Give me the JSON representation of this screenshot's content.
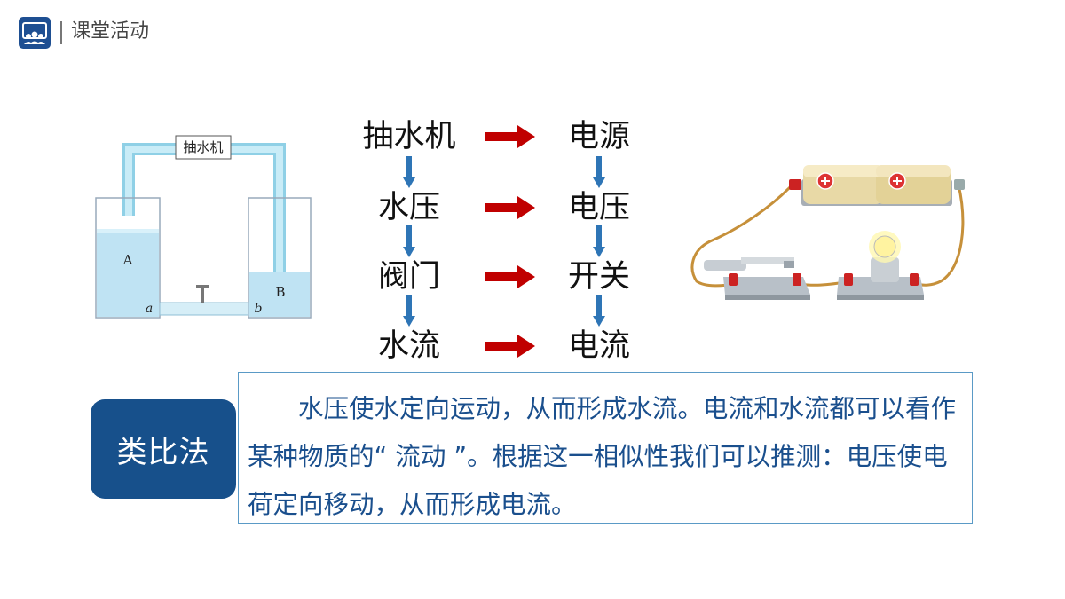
{
  "header": {
    "title": "课堂活动",
    "logo_icon": "people-group-icon"
  },
  "water_diagram": {
    "pump_label": "抽水机",
    "container_a_label": "A",
    "container_b_label": "B",
    "point_a_label": "a",
    "point_b_label": "b"
  },
  "analogy": {
    "rows": [
      {
        "water": "抽水机",
        "electric": "电源"
      },
      {
        "water": "水压",
        "electric": "电压"
      },
      {
        "water": "阀门",
        "electric": "开关"
      },
      {
        "water": "水流",
        "electric": "电流"
      }
    ],
    "arrow_color": "#c00000",
    "down_arrow_color": "#2e75b6"
  },
  "method": {
    "label": "类比法",
    "text": "水压使水定向运动，从而形成水流。电流和水流都可以看作某种物质的“ 流动 ”。根据这一相似性我们可以推测：电压使电荷定向移动，从而形成电流。"
  },
  "colors": {
    "brand": "#17508b",
    "text_blue": "#1a4f8d",
    "water": "#bfe3f3"
  }
}
